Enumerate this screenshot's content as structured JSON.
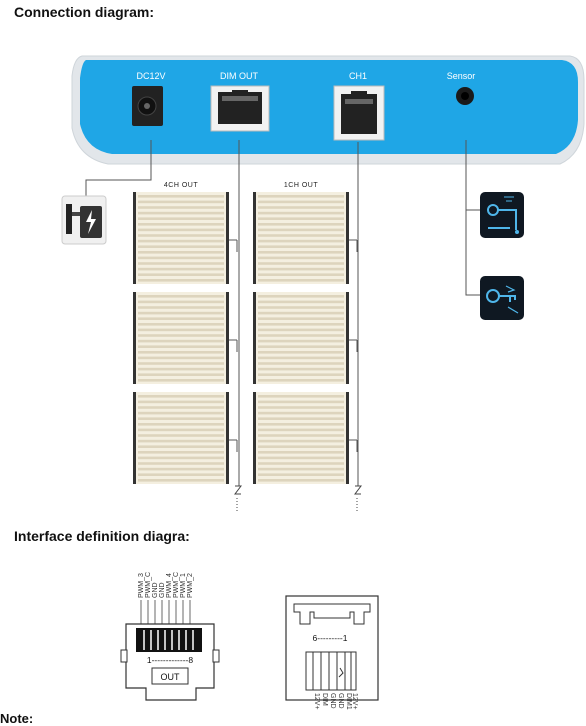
{
  "headings": {
    "connection": "Connection diagram:",
    "interface": "Interface definition diagra:"
  },
  "controller": {
    "ports": [
      "DC12V",
      "DIM OUT",
      "CH1",
      "Sensor"
    ],
    "body_color": "#1fa6e6",
    "shell_color": "#e2e6ea"
  },
  "strips": {
    "groups": [
      "4CH OUT",
      "1CH OUT"
    ],
    "rows_per_group": 3
  },
  "pinout": {
    "rj45_pins": [
      "PWM_3",
      "PWM_C",
      "GND",
      "GND",
      "PWM_4",
      "PWM_C",
      "PWM_1",
      "PWM_2"
    ],
    "rj45_range": "1-------------8",
    "rj45_out": "OUT",
    "rj12_range": "6---------1",
    "rj12_pins": [
      "12V+",
      "DIM",
      "GND",
      "GND",
      "DIM1",
      "12V+"
    ]
  },
  "icons": [
    "power-adapter-icon",
    "sensor-remote-icon",
    "sensor-key-icon"
  ],
  "footer": {
    "note": "Note:"
  }
}
